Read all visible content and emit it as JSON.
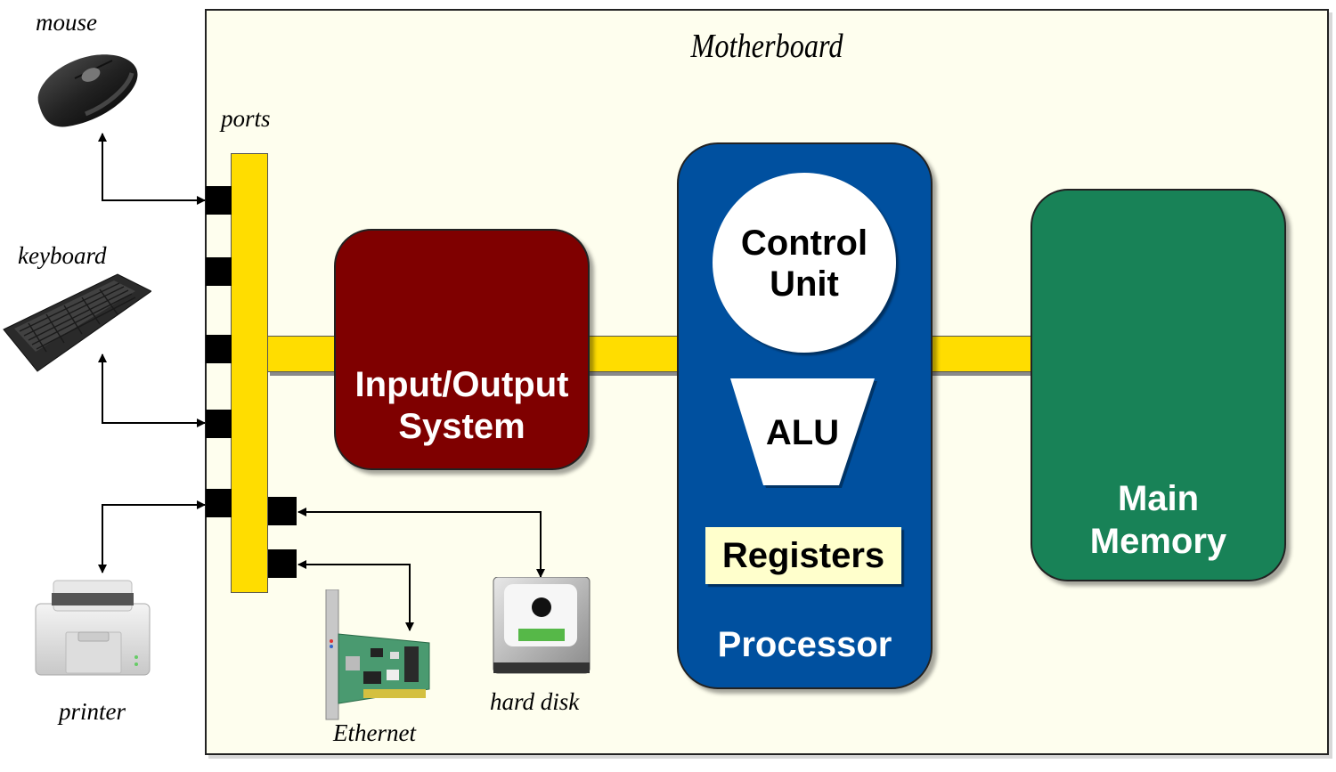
{
  "board": {
    "title": "Motherboard",
    "background": "#fefeee"
  },
  "ports": {
    "label": "ports",
    "bus_color": "#ffdd00",
    "port_color": "#000000"
  },
  "devices": {
    "mouse": {
      "label": "mouse",
      "icon": "mouse-icon"
    },
    "keyboard": {
      "label": "keyboard",
      "icon": "keyboard-icon"
    },
    "printer": {
      "label": "printer",
      "icon": "printer-icon"
    },
    "ethernet": {
      "label": "Ethernet",
      "icon": "network-card-icon"
    },
    "hard_disk": {
      "label": "hard disk",
      "icon": "hard-disk-icon"
    }
  },
  "io_system": {
    "line1": "Input/Output",
    "line2": "System",
    "color": "#7f0000"
  },
  "processor": {
    "label": "Processor",
    "color": "#00509f",
    "control_unit": {
      "line1": "Control",
      "line2": "Unit"
    },
    "alu": {
      "label": "ALU"
    },
    "registers": {
      "label": "Registers",
      "color": "#ffffcc"
    }
  },
  "main_memory": {
    "line1": "Main",
    "line2": "Memory",
    "color": "#188257"
  }
}
